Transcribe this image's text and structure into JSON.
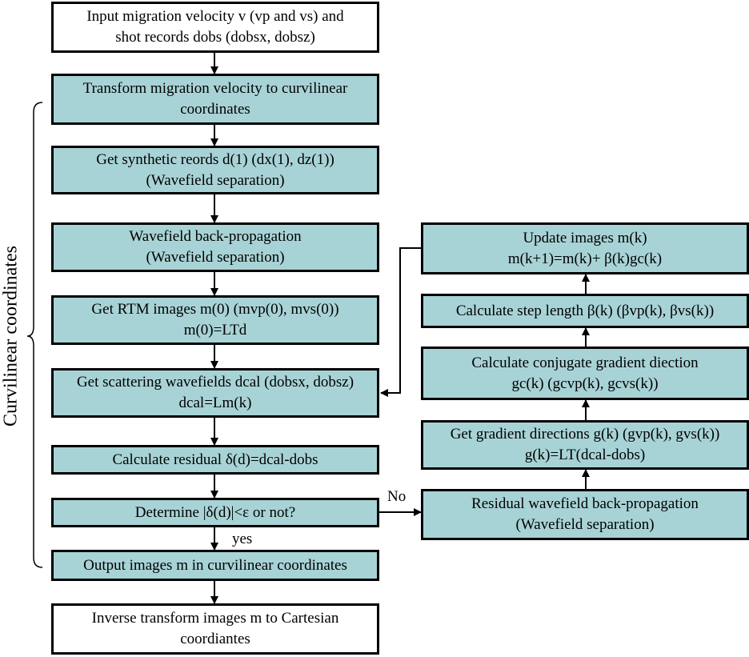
{
  "side_label": "Curvilinear coordinates",
  "left": [
    {
      "id": "input",
      "l1": "Input migration velocity v (vp and vs) and",
      "l2": "shot records dobs (dobsx, dobsz)"
    },
    {
      "id": "transform",
      "l1": "Transform migration velocity to curvilinear",
      "l2": "coordinates"
    },
    {
      "id": "synthetic",
      "l1": "Get synthetic reords d(1) (dx(1), dz(1))",
      "l2": "(Wavefield separation)"
    },
    {
      "id": "backprop",
      "l1": "Wavefield back-propagation",
      "l2": "(Wavefield separation)"
    },
    {
      "id": "rtm",
      "l1": "Get RTM images m(0) (mvp(0), mvs(0))",
      "l2": "m(0)=LTd"
    },
    {
      "id": "scattering",
      "l1": "Get scattering wavefields dcal (dobsx, dobsz)",
      "l2": "dcal=Lm(k)"
    },
    {
      "id": "residual",
      "l1": "Calculate residual δ(d)=dcal-dobs"
    },
    {
      "id": "determine",
      "l1": "Determine |δ(d)|<ε or not?"
    },
    {
      "id": "output",
      "l1": "Output images m in curvilinear coordinates"
    },
    {
      "id": "inverse",
      "l1": "Inverse transform images m to Cartesian",
      "l2": "coordiantes"
    }
  ],
  "right": [
    {
      "id": "update",
      "l1": "Update images m(k)",
      "l2": "m(k+1)=m(k)+ β(k)gc(k)"
    },
    {
      "id": "step",
      "l1": "Calculate step length β(k) (βvp(k), βvs(k))"
    },
    {
      "id": "conjugate",
      "l1": "Calculate conjugate gradient diection",
      "l2": "gc(k) (gcvp(k), gcvs(k))"
    },
    {
      "id": "gradient",
      "l1": "Get gradient directions g(k) (gvp(k), gvs(k))",
      "l2": "g(k)=LT(dcal-dobs)"
    },
    {
      "id": "resback",
      "l1": "Residual wavefield back-propagation",
      "l2": "(Wavefield separation)"
    }
  ],
  "labels": {
    "no": "No",
    "yes": "yes"
  }
}
